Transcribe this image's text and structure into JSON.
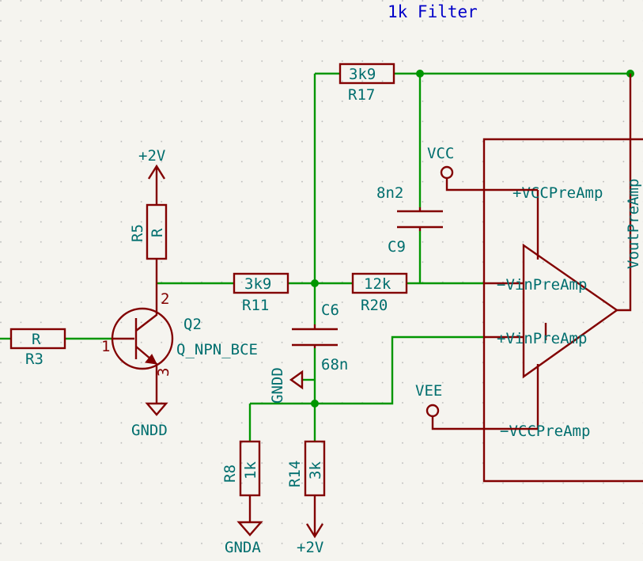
{
  "title": "1k Filter",
  "colors": {
    "wire": "#009600",
    "component": "#820000",
    "label": "#006e6e",
    "title": "#0000c8",
    "background": "#f5f4ef"
  },
  "components": {
    "R3": {
      "ref": "R3",
      "value": "R"
    },
    "R5": {
      "ref": "R5",
      "value": "R"
    },
    "R11": {
      "ref": "R11",
      "value": "3k9"
    },
    "R17": {
      "ref": "R17",
      "value": "3k9"
    },
    "R20": {
      "ref": "R20",
      "value": "12k"
    },
    "R8": {
      "ref": "R8",
      "value": "1k"
    },
    "R14": {
      "ref": "R14",
      "value": "3k"
    },
    "C6": {
      "ref": "C6",
      "value": "68n"
    },
    "C9": {
      "ref": "C9",
      "value": "8n2"
    },
    "Q2": {
      "ref": "Q2",
      "value": "Q_NPN_BCE",
      "pins": [
        "1",
        "2",
        "3"
      ]
    }
  },
  "power": {
    "vcc_top_r5": "+2V",
    "gndd": "GNDD",
    "gndd_c6": "GNDD",
    "gnda": "GNDA",
    "plus2v_r14": "+2V",
    "vcc": "VCC",
    "vee": "VEE"
  },
  "opamp_pins": {
    "vcc": "+VCCPreAmp",
    "vin_minus": "−VinPreAmp",
    "vin_plus": "+VinPreAmp",
    "vee": "−VCCPreAmp",
    "vout": "VoutPreAmp"
  }
}
